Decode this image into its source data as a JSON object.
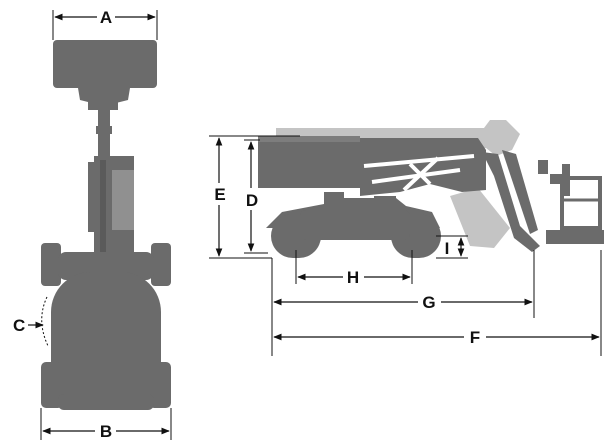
{
  "diagram": {
    "dimension_labels": {
      "a": "A",
      "b": "B",
      "c": "C",
      "d": "D",
      "e": "E",
      "f": "F",
      "g": "G",
      "h": "H",
      "i": "I"
    },
    "colors": {
      "machine_dark": "#6b6b6b",
      "machine_stowed_ghost": "#c4c4c4",
      "platform_outline": "#6b6b6b",
      "dimension_line": "#111111",
      "background": "#ffffff"
    },
    "icons": {
      "arrowhead": "arrowhead-icon"
    }
  }
}
